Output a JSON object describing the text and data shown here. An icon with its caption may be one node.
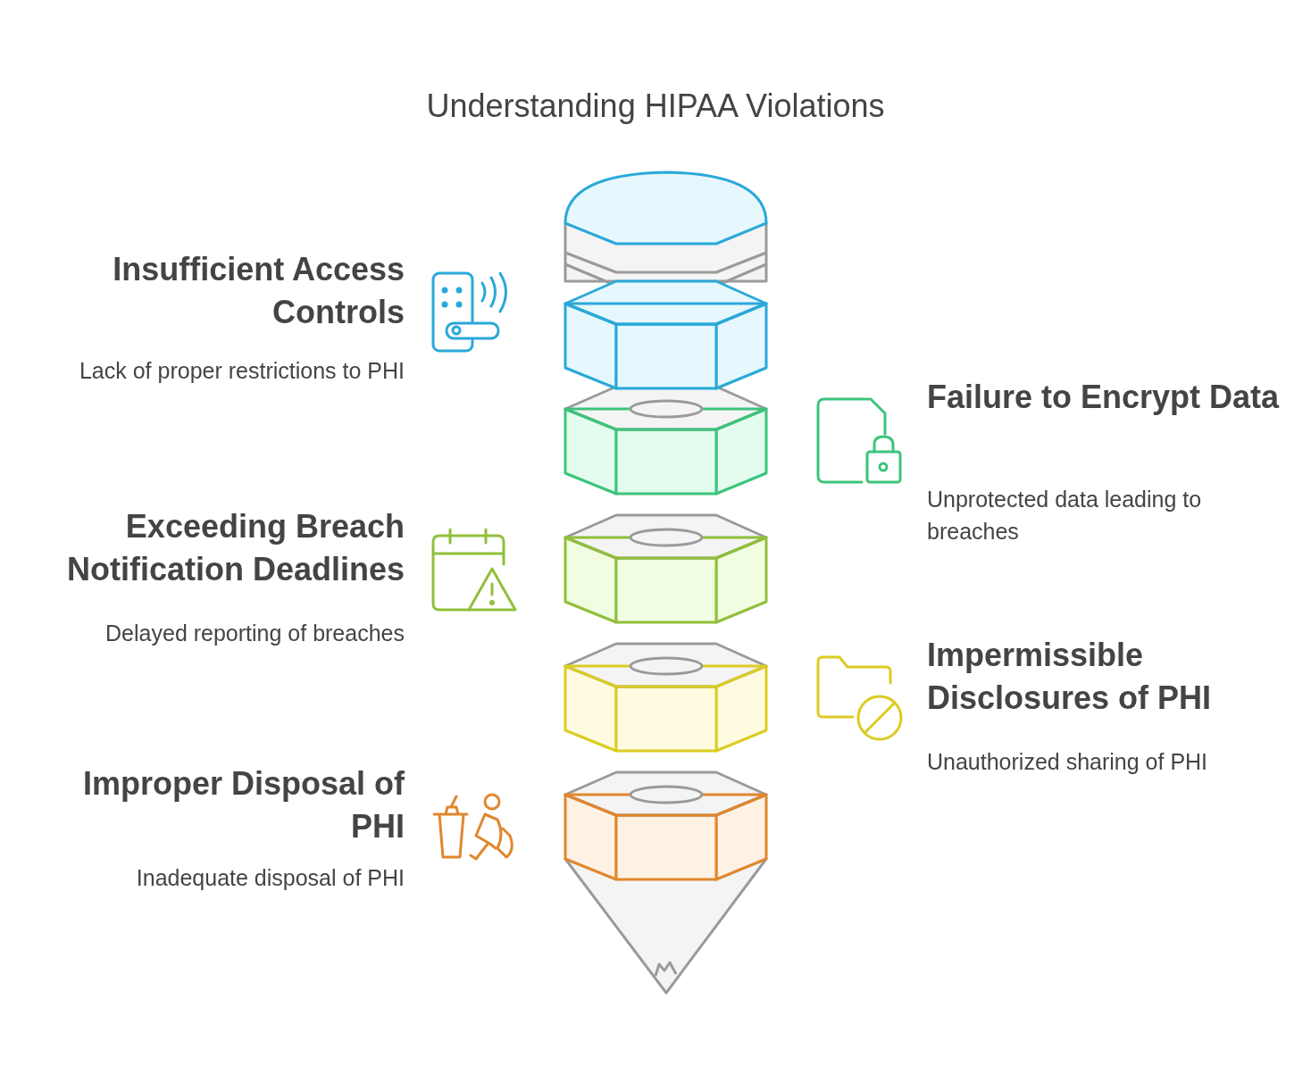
{
  "diagram": {
    "title": "Understanding HIPAA Violations",
    "labels": [
      "Insufficient Access Controls",
      "Lack of proper restrictions to PHI",
      "Failure to Encrypt Data",
      "Unprotected data leading to breaches",
      "Exceeding Breach Notification Deadlines",
      "Delayed reporting of breaches",
      "Impermissible Disclosures of PHI",
      "Unauthorized sharing of PHI",
      "Improper Disposal of PHI",
      "Inadequate disposal of PHI"
    ]
  }
}
